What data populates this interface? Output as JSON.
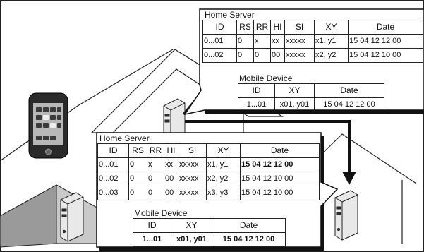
{
  "back_panel": {
    "home_title": "Home Server",
    "home_headers": [
      "ID",
      "RS",
      "RR",
      "HI",
      "SI",
      "XY",
      "Date"
    ],
    "home_rows": [
      [
        "0...01",
        "0",
        "x",
        "xx",
        "xxxxx",
        "x1, y1",
        "15 04 12 12 00"
      ],
      [
        "0...02",
        "0",
        "0",
        "00",
        "xxxxx",
        "x2, y2",
        "15 04 12 10 00"
      ]
    ],
    "mobile_title": "Mobile Device",
    "mobile_headers": [
      "ID",
      "XY",
      "Date"
    ],
    "mobile_rows": [
      [
        "1...01",
        "x01, y01",
        "15 04 12 12 00"
      ]
    ]
  },
  "front_panel": {
    "home_title": "Home Server",
    "home_headers": [
      "ID",
      "RS",
      "RR",
      "HI",
      "SI",
      "XY",
      "Date"
    ],
    "home_rows": [
      [
        "0...01",
        "0",
        "x",
        "xx",
        "xxxxx",
        "x1, y1",
        "15 04 12 12 00"
      ],
      [
        "0...02",
        "0",
        "0",
        "00",
        "xxxxx",
        "x2, y2",
        "15 04 12 10 00"
      ],
      [
        "0...03",
        "0",
        "0",
        "00",
        "xxxxx",
        "x3, y3",
        "15 04 12 10 00"
      ]
    ],
    "mobile_title": "Mobile Device",
    "mobile_headers": [
      "ID",
      "XY",
      "Date"
    ],
    "mobile_rows": [
      [
        "1...01",
        "x01, y01",
        "15 04 12 12 00"
      ]
    ]
  },
  "colors": {
    "line": "#222222",
    "roof_fill": "#9a9a9a",
    "server_fill": "#e8e8e8",
    "panel_shadow": "#111111",
    "phone_body": "#2a2a2a",
    "phone_screen": "#b8b8b8"
  }
}
